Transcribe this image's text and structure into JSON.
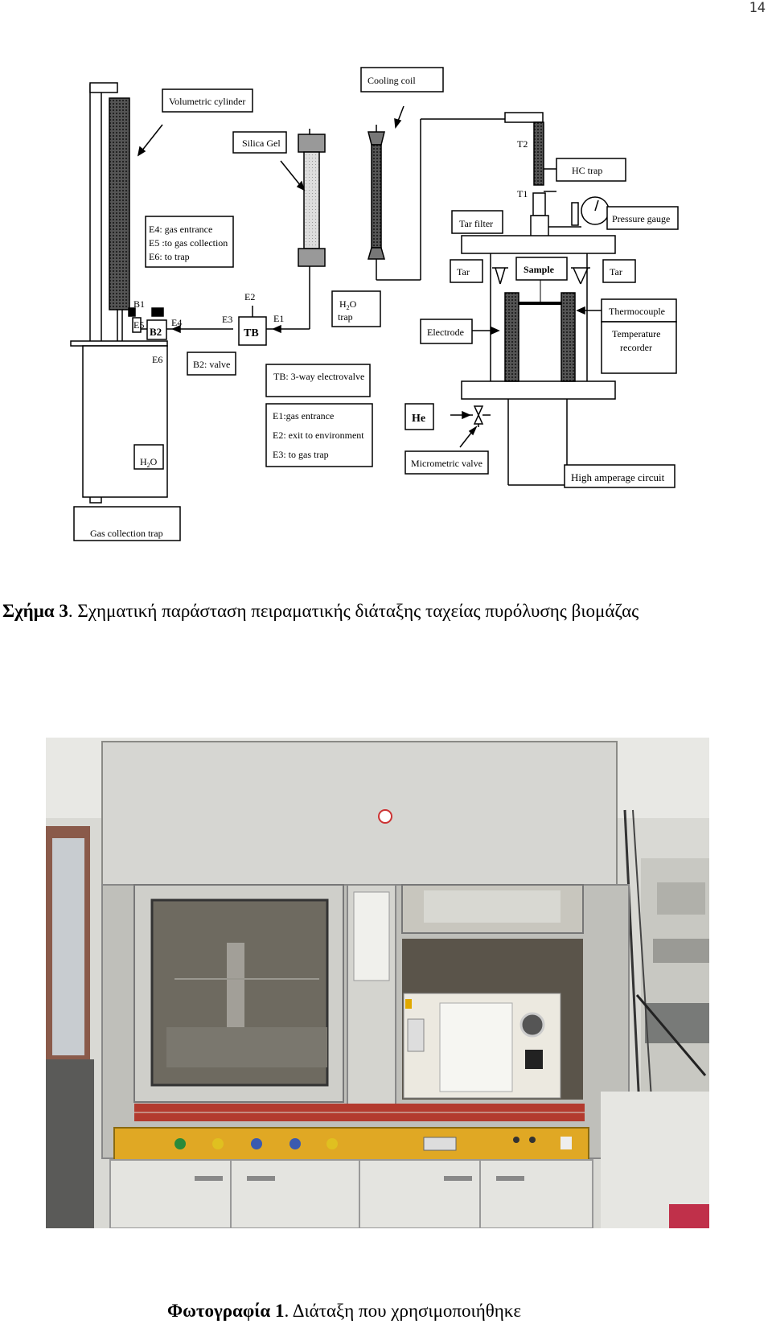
{
  "page_number": "14",
  "diagram": {
    "labels": {
      "volumetric_cylinder": "Volumetric cylinder",
      "cooling_coil": "Cooling coil",
      "silica_gel": "Silica Gel",
      "hc_trap": "HC trap",
      "t2": "T2",
      "t1": "T1",
      "pressure_gauge": "Pressure gauge",
      "tar_filter": "Tar filter",
      "tar_left": "Tar",
      "sample": "Sample",
      "tar_right": "Tar",
      "e_legend_1": "E4: gas entrance",
      "e_legend_2": "E5 :to gas collection",
      "e_legend_3": "E6: to trap",
      "b1": "B1",
      "e5": "E5",
      "b2": "B2",
      "e4": "E4",
      "e2": "E2",
      "e3": "E3",
      "tb": "TB",
      "e1": "E1",
      "h2o_trap_1": "H",
      "h2o_trap_sub": "2",
      "h2o_trap_2": "O",
      "h2o_trap_3": "trap",
      "electrode": "Electrode",
      "thermocouple": "Thermocouple",
      "temp_rec_1": "Temperature",
      "temp_rec_2": "recorder",
      "e6": "E6",
      "b2_valve": "B2: valve",
      "tb_valve": "TB: 3-way electrovalve",
      "he": "He",
      "e1_legend": "E1:gas entrance",
      "e2_legend": "E2: exit to environment",
      "e3_legend": "E3: to gas trap",
      "micrometric_valve": "Micrometric valve",
      "high_amperage": "High amperage circuit",
      "h2o_bottle_1": "H",
      "h2o_bottle_sub": "2",
      "h2o_bottle_2": "O",
      "gas_collection_trap": "Gas collection trap"
    }
  },
  "caption1": {
    "bold": "Σχήμα 3",
    "text": ". Σχηματική παράσταση πειραματικής διάταξης ταχείας πυρόλυσης βιομάζας"
  },
  "caption2": {
    "bold": "Φωτογραφία 1",
    "text": ". Διάταξη που χρησιμοποιήθηκε"
  }
}
